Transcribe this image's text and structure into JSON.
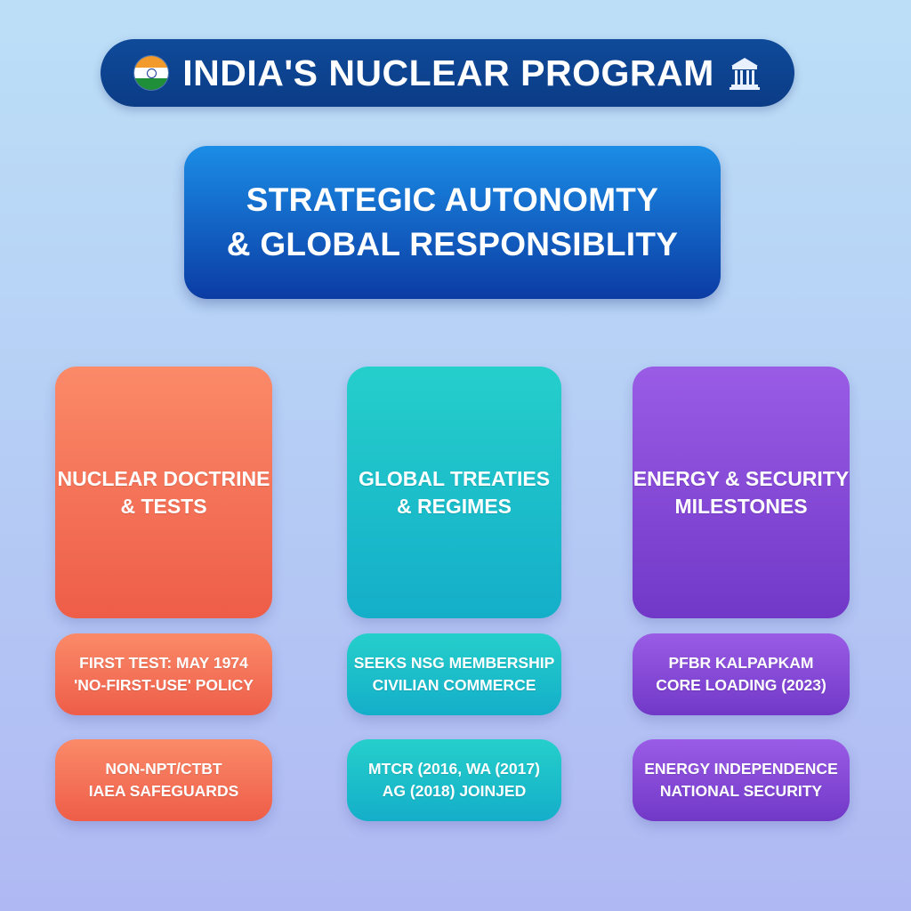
{
  "header": {
    "title": "INDIA'S NUCLEAR PROGRAM",
    "flag_icon": "india-flag-icon",
    "building_icon": "government-building-icon"
  },
  "theme": {
    "title_bg": "#0b3c86",
    "subtitle_bg": "#0b3ca4",
    "coral": "#f4705a",
    "teal": "#1fbfca",
    "violet": "#8548d6"
  },
  "subtitle": {
    "line1": "STRATEGIC AUTONOMTY",
    "line2": "& GLOBAL RESPONSIBLITY"
  },
  "columns": [
    {
      "title_line1": "NUCLEAR DOCTRINE",
      "title_line2": "& TESTS",
      "items": [
        {
          "line1": "FIRST TEST: MAY 1974",
          "line2": "'NO-FIRST-USE' POLICY"
        },
        {
          "line1": "NON-NPT/CTBT",
          "line2": "IAEA SAFEGUARDS"
        }
      ]
    },
    {
      "title_line1": "GLOBAL TREATIES",
      "title_line2": "& REGIMES",
      "items": [
        {
          "line1": "SEEKS NSG MEMBERSHIP",
          "line2": "CIVILIAN COMMERCE"
        },
        {
          "line1": "MTCR (2016, WA (2017)",
          "line2": "AG (2018) JOINJED"
        }
      ]
    },
    {
      "title_line1": "ENERGY & SECURITY",
      "title_line2": "MILESTONES",
      "items": [
        {
          "line1": "PFBR KALPAPKAM",
          "line2": "CORE LOADING (2023)"
        },
        {
          "line1": "ENERGY INDEPENDENCE",
          "line2": "NATIONAL SECURITY"
        }
      ]
    }
  ]
}
